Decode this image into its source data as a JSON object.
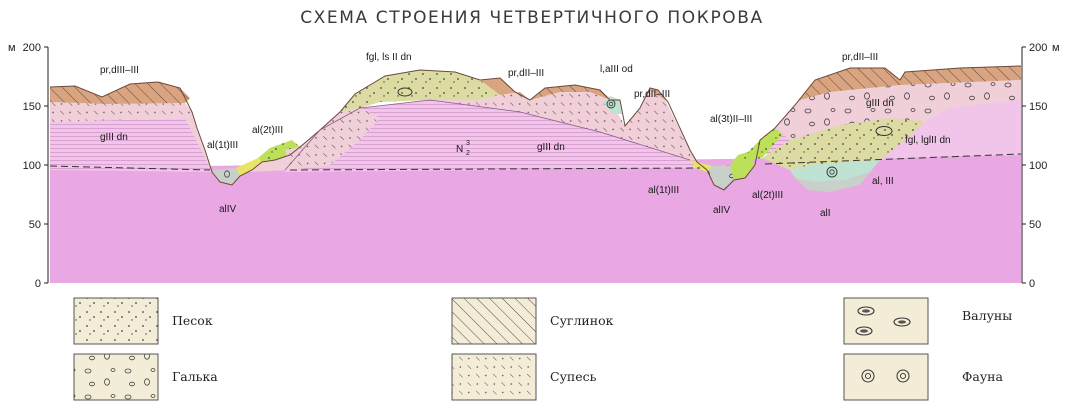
{
  "title": "СХЕМА СТРОЕНИЯ ЧЕТВЕРТИЧНОГО ПОКРОВА",
  "axis": {
    "unit": "м",
    "ticks": [
      "200",
      "150",
      "100",
      "50",
      "0"
    ]
  },
  "layer_labels": {
    "pr_dIII_III_left": "pr,dIII–III",
    "fgl_lsIIdn": "fgl, ls II dn",
    "pr_dII_III_mid": "pr,dII–III",
    "l_aIIIod": "l,aIII od",
    "pr_dII_III_right_mid": "pr,dII–III",
    "pr_dII_III_right": "pr,dII–III",
    "gIIIdn_left": "gIII dn",
    "al1tIII_left": "al(1t)III",
    "al2tIII_left": "al(2t)III",
    "N2": "N",
    "N2_sup": "3",
    "N2_sub": "2",
    "gIIIdn_mid": "gIII dn",
    "alIV_left": "alIV",
    "al3tII_III": "al(3t)II–III",
    "gIIIdn_right": "gIII dn",
    "fgl_lglIIIdn": "fgl, lglII dn",
    "al_IIII": "al, III",
    "alI": "alI",
    "al1tIII_right": "al(1t)III",
    "alIV_right": "alIV",
    "al2tIII_right": "al(2t)III"
  },
  "legend": [
    {
      "key": "sand",
      "label": "Песок"
    },
    {
      "key": "pebble",
      "label": "Галька"
    },
    {
      "key": "loam",
      "label": "Суглинок"
    },
    {
      "key": "sandy_loam",
      "label": "Супесь"
    },
    {
      "key": "boulders",
      "label": "Валуны"
    },
    {
      "key": "fauna",
      "label": "Фауна"
    }
  ],
  "colors": {
    "bedrock": "#e9a8e3",
    "gIII": "#f1c4ea",
    "loam_pale": "#f0cfd8",
    "top_brown": "#d9a47f",
    "fgl_green": "#dcdca2",
    "al_green": "#bde05a",
    "al_grey": "#c9cfc9",
    "al_cyan": "#bfe3d2",
    "water_line": "#333333"
  }
}
